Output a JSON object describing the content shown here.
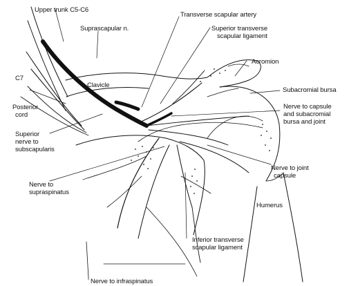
{
  "labels": {
    "upper_trunk": "Upper trunk C5-C6",
    "transverse_scapular_artery": "Transverse scapular artery",
    "suprascapular_n": "Suprascapular n.",
    "superior_transverse_ligament": [
      "Superior transverse",
      "scapular ligament"
    ],
    "acromion": "Acromion",
    "c7": "C7",
    "clavicle": "Clavicle",
    "subacromial_bursa": "Subacromial bursa",
    "posterior_cord": [
      "Posterior",
      "cord"
    ],
    "nerve_to_capsule": [
      "Nerve to capsule",
      "and subacromial",
      "bursa and joint"
    ],
    "superior_nerve_subscapularis": [
      "Superior",
      "nerve to",
      "subscapularis"
    ],
    "nerve_to_joint_capsule": [
      "Nerve to joint",
      "capsule"
    ],
    "nerve_to_supraspinatus": [
      "Nerve to",
      "supraspinatus"
    ],
    "humerus": "Humerus",
    "inferior_transverse_ligament": [
      "Inferior transverse",
      "scapular ligament"
    ],
    "nerve_to_infraspinatus": "Nerve to infraspinatus"
  },
  "colors": {
    "ink": "#111111",
    "background": "#ffffff"
  }
}
